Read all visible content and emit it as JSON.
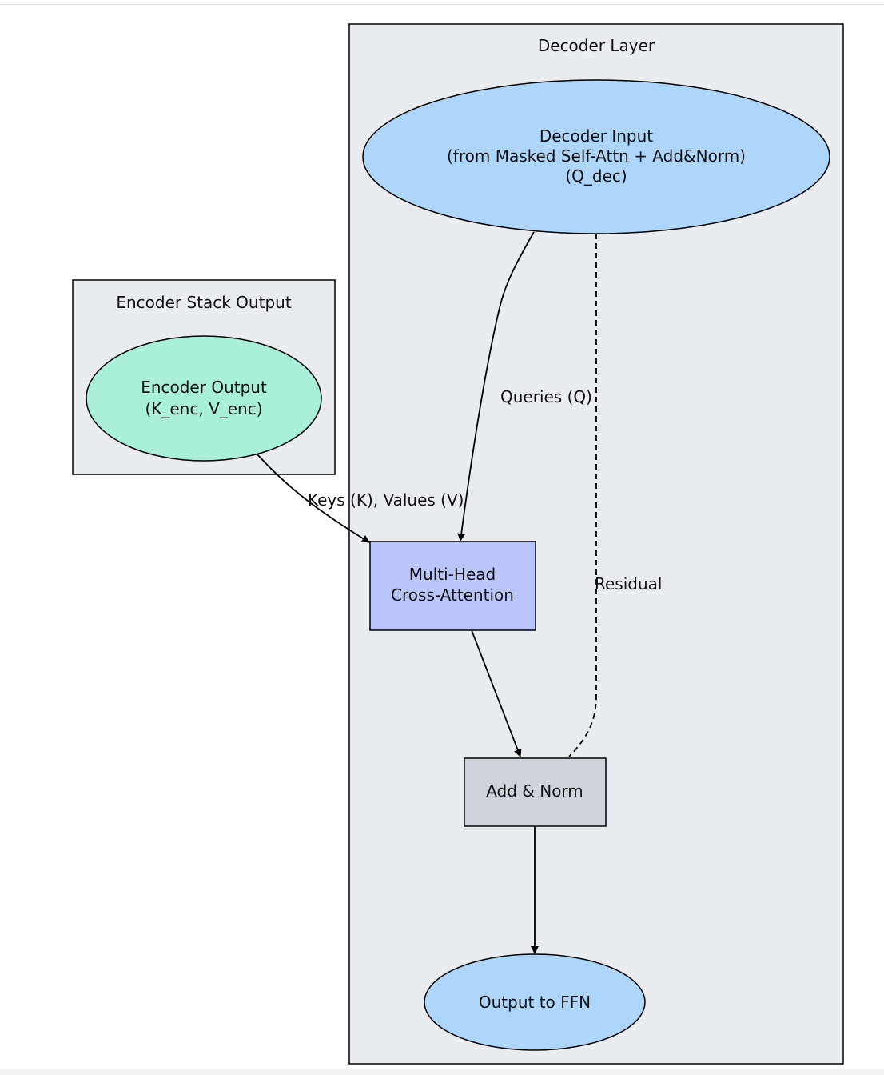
{
  "clusters": {
    "decoder_layer": {
      "label": "Decoder Layer"
    },
    "encoder_stack": {
      "label": "Encoder Stack Output"
    }
  },
  "nodes": {
    "decoder_input": {
      "lines": [
        "Decoder Input",
        "(from Masked Self-Attn + Add&Norm)",
        "(Q_dec)"
      ]
    },
    "encoder_output": {
      "lines": [
        "Encoder Output",
        "(K_enc, V_enc)"
      ]
    },
    "cross_attention": {
      "lines": [
        "Multi-Head",
        "Cross-Attention"
      ]
    },
    "add_norm": {
      "lines": [
        "Add & Norm"
      ]
    },
    "output_ffn": {
      "lines": [
        "Output to FFN"
      ]
    }
  },
  "edges": {
    "queries": {
      "label": "Queries (Q)"
    },
    "keys_values": {
      "label": "Keys (K), Values (V)"
    },
    "residual": {
      "label": "Residual"
    }
  },
  "colors": {
    "cluster_fill": "#eaecf0",
    "decoder_input_fill": "#aed6fb",
    "encoder_output_fill": "#a9f0d9",
    "cross_attention_fill": "#bac6fb",
    "add_norm_fill": "#d0d4da",
    "output_fill": "#aed6fb",
    "stroke": "#000000"
  }
}
